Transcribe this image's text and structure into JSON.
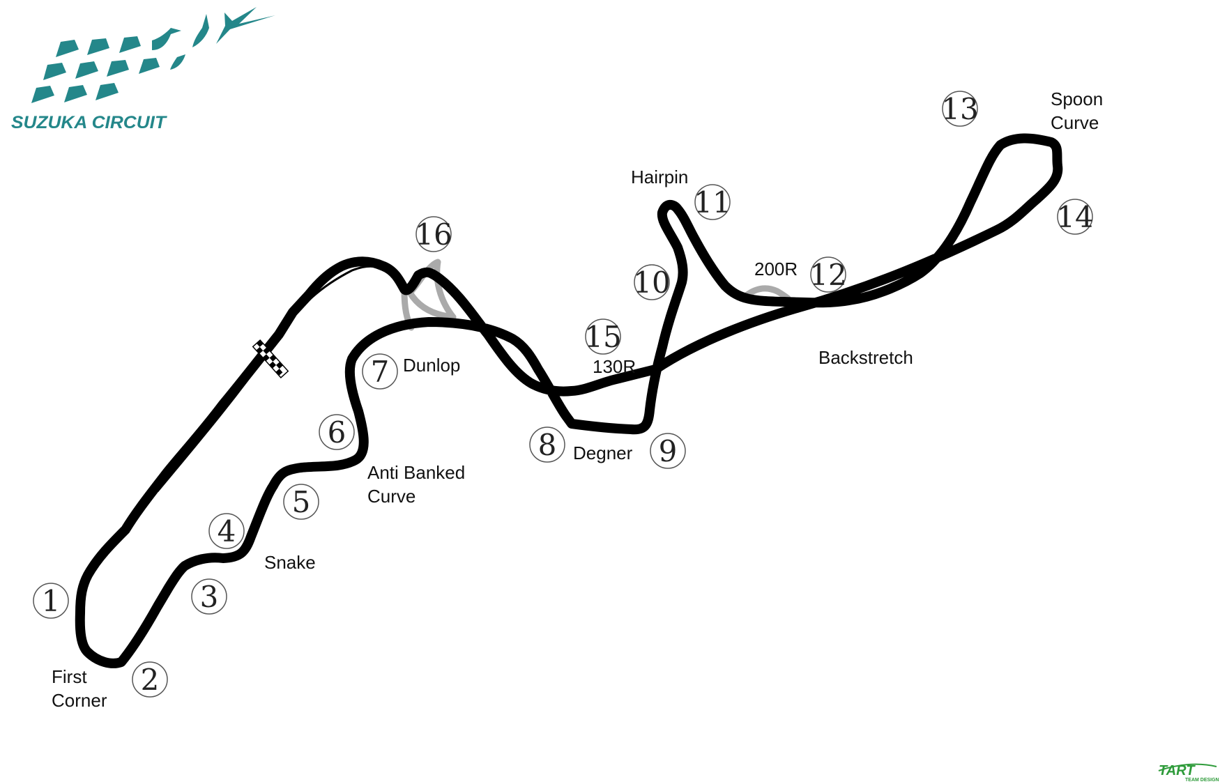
{
  "logo": {
    "text": "SUZUKA CIRCUIT",
    "color": "#24878a"
  },
  "credit": {
    "text": "TART",
    "subtext": "TEAM DESIGN",
    "color": "#2e9b3a"
  },
  "track": {
    "color": "#000000",
    "pit_color": "#aaaaaa"
  },
  "corners": {
    "c1": "1",
    "c2": "2",
    "c3": "3",
    "c4": "4",
    "c5": "5",
    "c6": "6",
    "c7": "7",
    "c8": "8",
    "c9": "9",
    "c10": "10",
    "c11": "11",
    "c12": "12",
    "c13": "13",
    "c14": "14",
    "c15": "15",
    "c16": "16"
  },
  "labels": {
    "first_corner": [
      "First",
      "Corner"
    ],
    "snake": "Snake",
    "anti_banked": [
      "Anti Banked",
      "Curve"
    ],
    "dunlop": "Dunlop",
    "degner": "Degner",
    "hairpin": "Hairpin",
    "r200": "200R",
    "spoon": [
      "Spoon",
      "Curve"
    ],
    "backstretch": "Backstretch",
    "r130": "130R"
  }
}
